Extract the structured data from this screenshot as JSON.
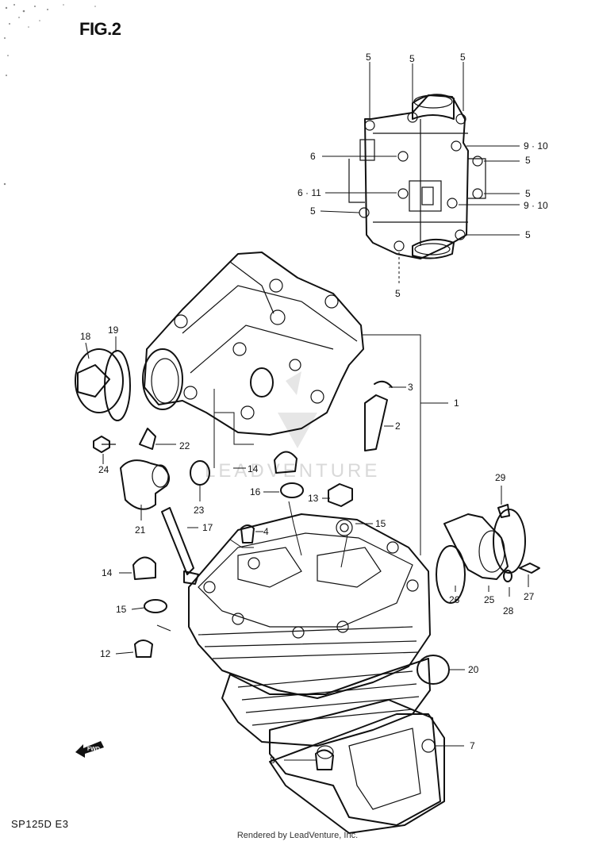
{
  "figure_title": "FIG.2",
  "model_code": "SP125D  E3",
  "credit": "Rendered by LeadVenture, Inc.",
  "watermark": "LEADVENTURE",
  "fwd_label": "FWD",
  "callouts": {
    "c1": "1",
    "c2": "2",
    "c3": "3",
    "c4": "4",
    "c5a": "5",
    "c5b": "5",
    "c5c": "5",
    "c5d": "5",
    "c5e": "5",
    "c5f": "5",
    "c5g": "5",
    "c5h": "5",
    "c6": "6",
    "c6_11": "6 · 11",
    "c7": "7",
    "c8": "8",
    "c9_10a": "9 · 10",
    "c9_10b": "9 · 10",
    "c12": "12",
    "c13": "13",
    "c14a": "14",
    "c14b": "14",
    "c15a": "15",
    "c15b": "15",
    "c16": "16",
    "c17": "17",
    "c18": "18",
    "c19": "19",
    "c20": "20",
    "c21": "21",
    "c22": "22",
    "c23": "23",
    "c24": "24",
    "c25": "25",
    "c26": "26",
    "c27": "27",
    "c28": "28",
    "c29": "29"
  }
}
